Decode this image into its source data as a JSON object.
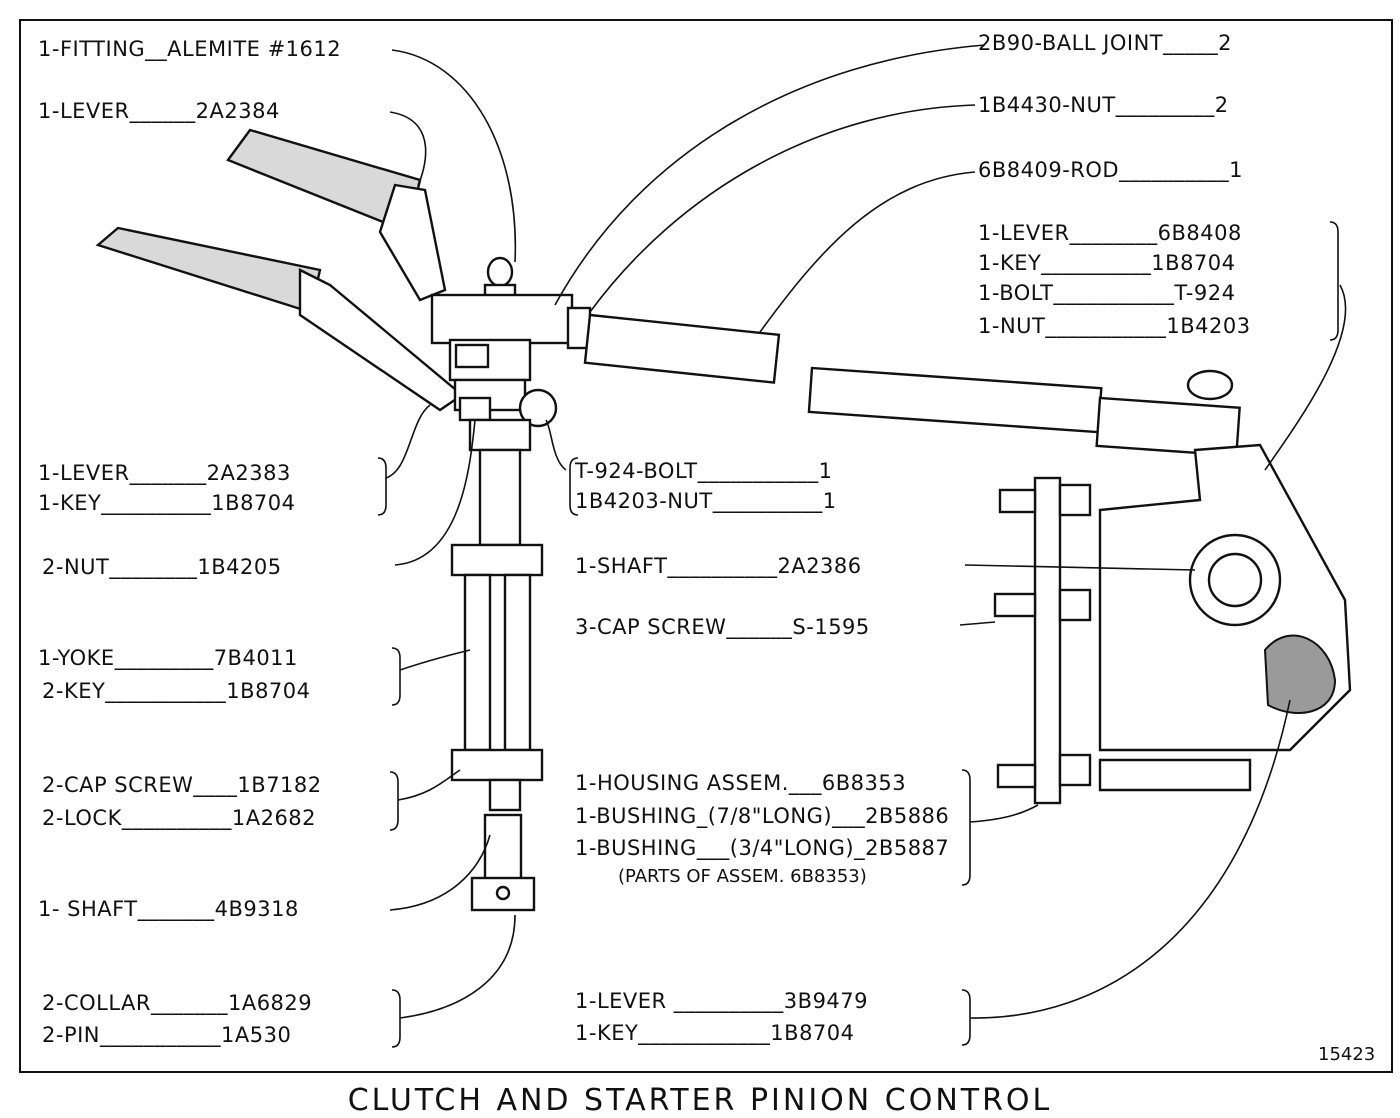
{
  "caption": "CLUTCH AND STARTER PINION CONTROL",
  "figure_number": "15423",
  "labels_left": [
    {
      "id": "fitting",
      "text": "1-FITTING__ALEMITE #1612"
    },
    {
      "id": "lever1",
      "text": "1-LEVER______2A2384"
    },
    {
      "id": "lever2",
      "text": "1-LEVER_______2A2383"
    },
    {
      "id": "key1",
      "text": "1-KEY__________1B8704"
    },
    {
      "id": "nut2",
      "text": "2-NUT________1B4205"
    },
    {
      "id": "yoke",
      "text": "1-YOKE_________7B4011"
    },
    {
      "id": "key2",
      "text": "2-KEY___________1B8704"
    },
    {
      "id": "capscrew2",
      "text": "2-CAP SCREW____1B7182"
    },
    {
      "id": "lock2",
      "text": "2-LOCK__________1A2682"
    },
    {
      "id": "shaft1",
      "text": "1- SHAFT_______4B9318"
    },
    {
      "id": "collar2",
      "text": "2-COLLAR_______1A6829"
    },
    {
      "id": "pin2",
      "text": "2-PIN___________1A530"
    }
  ],
  "labels_right_top": [
    {
      "id": "balljoint",
      "text": "2B90-BALL JOINT_____2"
    },
    {
      "id": "nut4430",
      "text": "1B4430-NUT_________2"
    },
    {
      "id": "rod",
      "text": "6B8409-ROD__________1"
    },
    {
      "id": "lever8408",
      "text": "1-LEVER________6B8408"
    },
    {
      "id": "key8704a",
      "text": "1-KEY__________1B8704"
    },
    {
      "id": "bolt924",
      "text": "1-BOLT___________T-924"
    },
    {
      "id": "nut4203",
      "text": "1-NUT___________1B4203"
    }
  ],
  "labels_middle": [
    {
      "id": "tbolt",
      "text": "T-924-BOLT___________1"
    },
    {
      "id": "tnut",
      "text": "1B4203-NUT__________1"
    },
    {
      "id": "shaft2386",
      "text": "1-SHAFT__________2A2386"
    },
    {
      "id": "capscrew3",
      "text": "3-CAP SCREW______S-1595"
    },
    {
      "id": "housing",
      "text": "1-HOUSING ASSEM.___6B8353"
    },
    {
      "id": "bushing1",
      "text": "1-BUSHING_(7/8\"LONG)___2B5886"
    },
    {
      "id": "bushing2",
      "text": "1-BUSHING___(3/4\"LONG)_2B5887"
    },
    {
      "id": "partsof",
      "text": "(PARTS OF ASSEM. 6B8353)"
    },
    {
      "id": "lever9479",
      "text": "1-LEVER __________3B9479"
    },
    {
      "id": "key8704b",
      "text": "1-KEY____________1B8704"
    }
  ]
}
